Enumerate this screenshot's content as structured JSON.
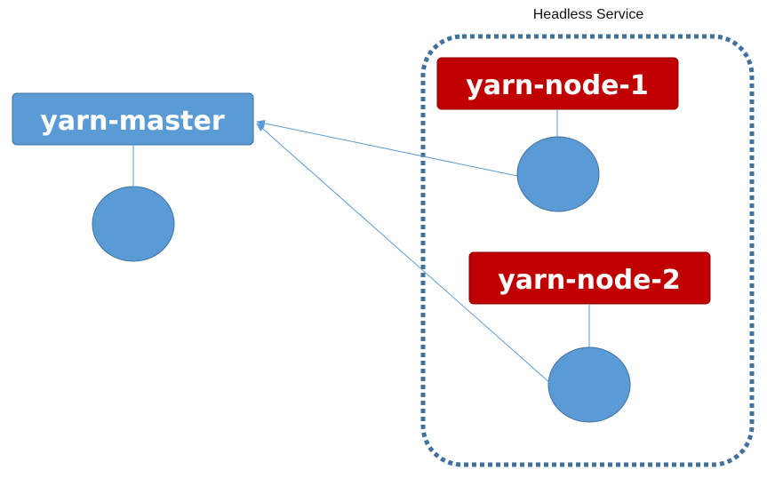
{
  "group": {
    "label": "Headless Service",
    "border_color": "#41719c"
  },
  "nodes": {
    "master": {
      "label": "yarn-master",
      "color": "#5b9bd5"
    },
    "node1": {
      "label": "yarn-node-1",
      "color": "#c00000"
    },
    "node2": {
      "label": "yarn-node-2",
      "color": "#c00000"
    }
  },
  "colors": {
    "pod_fill": "#5b9bd5",
    "pod_stroke": "#41719c",
    "connector": "#5b9bd5"
  }
}
